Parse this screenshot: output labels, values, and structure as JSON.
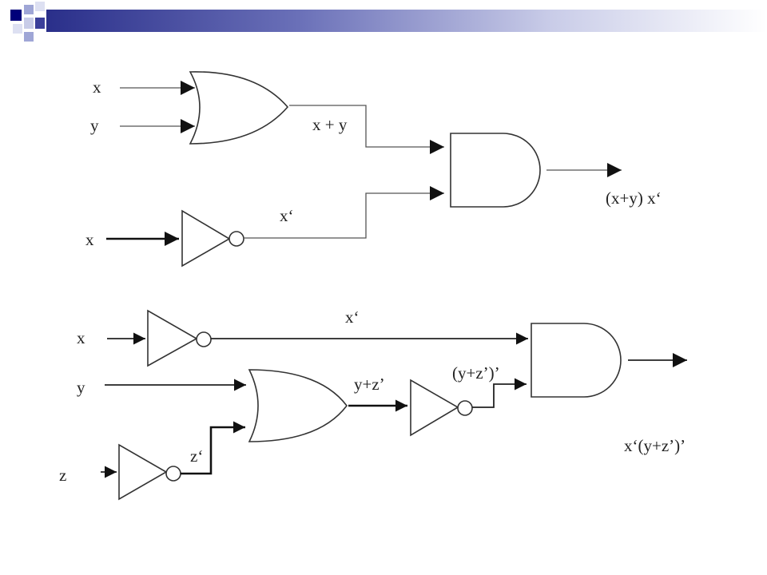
{
  "slide": {
    "accent_colors": [
      "#00007a",
      "#3b3f9a",
      "#9fa6d6",
      "#dde0f2"
    ]
  },
  "diagram1": {
    "input_x": "x",
    "input_y": "y",
    "input_x2": "x",
    "or_output": "x + y",
    "not_output": "x‘",
    "result": "(x+y) x‘"
  },
  "diagram2": {
    "input_x": "x",
    "input_y": "y",
    "input_z": "z",
    "not_x_output": "x‘",
    "or_output": "y+z’",
    "not_z_output": "z‘",
    "not_or_output": "(y+z’)’",
    "result": "x‘(y+z’)’"
  }
}
